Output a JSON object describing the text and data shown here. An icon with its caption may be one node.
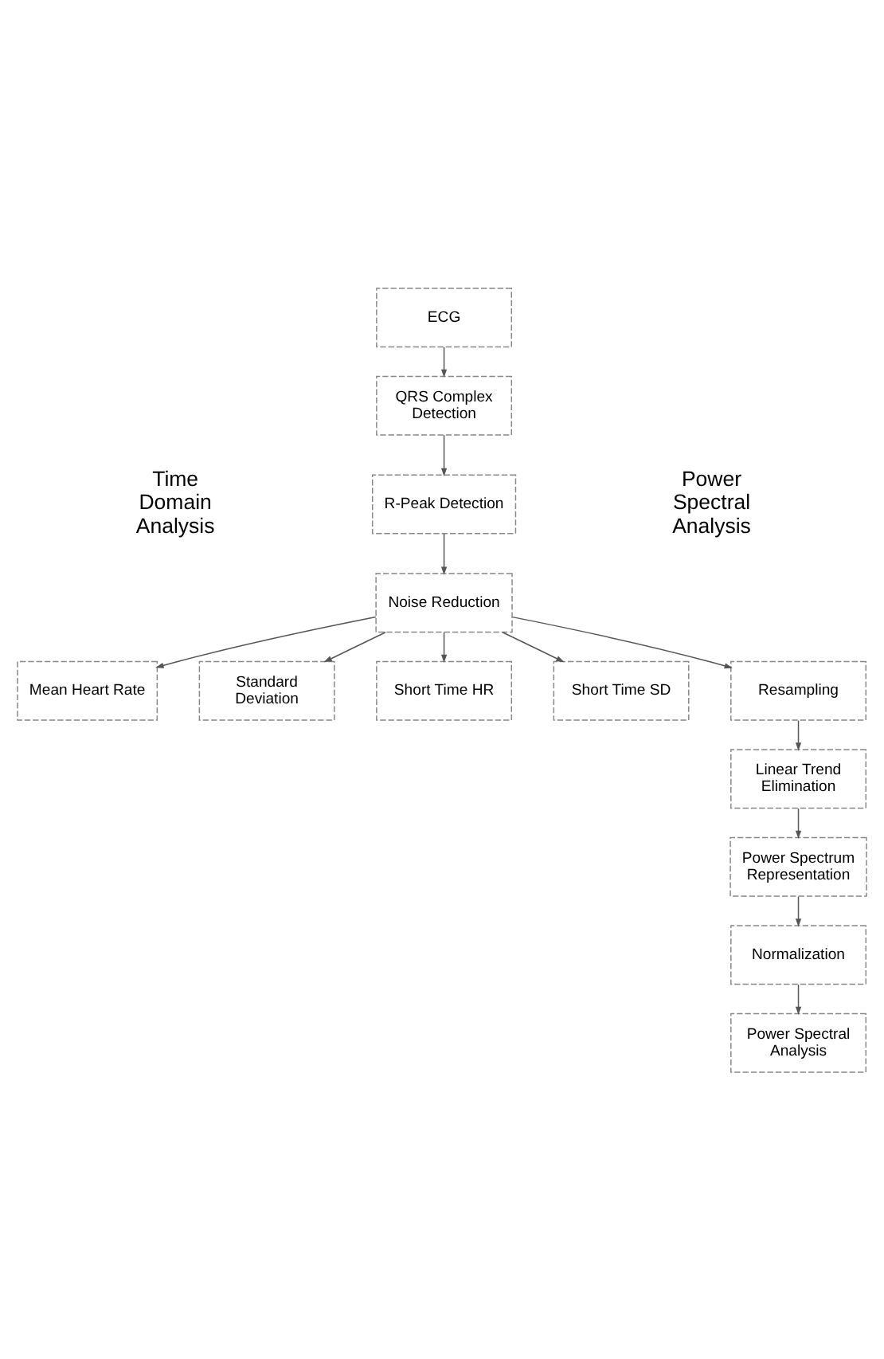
{
  "diagram": {
    "nodes": [
      {
        "text": [
          "ECG"
        ]
      },
      {
        "text": [
          "QRS Complex Detection"
        ]
      },
      {
        "text": [
          "R-Peak Detection"
        ]
      },
      {
        "text": [
          "Noise Reduction"
        ]
      },
      {
        "text": [
          "Mean Heart Rate"
        ]
      },
      {
        "text": [
          "Standard Deviation"
        ]
      },
      {
        "text": [
          "Short Time HR"
        ]
      },
      {
        "text": [
          "Short Time SD"
        ]
      },
      {
        "text": [
          "Resampling"
        ]
      },
      {
        "text": [
          "Linear Trend Elimination"
        ]
      },
      {
        "text": [
          "Power Spectrum Representation"
        ]
      },
      {
        "text": [
          "Normalization"
        ]
      },
      {
        "text": [
          "Power Spectral Analysis"
        ]
      }
    ],
    "edges": [
      {
        "from": 0,
        "to": 1,
        "arrow": "to"
      },
      {
        "from": 1,
        "to": 2,
        "arrow": "to"
      },
      {
        "from": 2,
        "to": 3,
        "arrow": "to"
      },
      {
        "from": 3,
        "to": 4,
        "arrow": "to"
      },
      {
        "from": 3,
        "to": 5,
        "arrow": "to"
      },
      {
        "from": 3,
        "to": 6,
        "arrow": "to"
      },
      {
        "from": 3,
        "to": 7,
        "arrow": "to"
      },
      {
        "from": 3,
        "to": 8,
        "arrow": "to"
      },
      {
        "from": 8,
        "to": 9,
        "arrow": "to"
      },
      {
        "from": 9,
        "to": 10,
        "arrow": "to"
      },
      {
        "from": 10,
        "to": 11,
        "arrow": "to"
      },
      {
        "from": 11,
        "to": 12,
        "arrow": "to"
      }
    ],
    "labels": [
      "Time Domain Analysis",
      "Power Spectral Analysis"
    ]
  }
}
